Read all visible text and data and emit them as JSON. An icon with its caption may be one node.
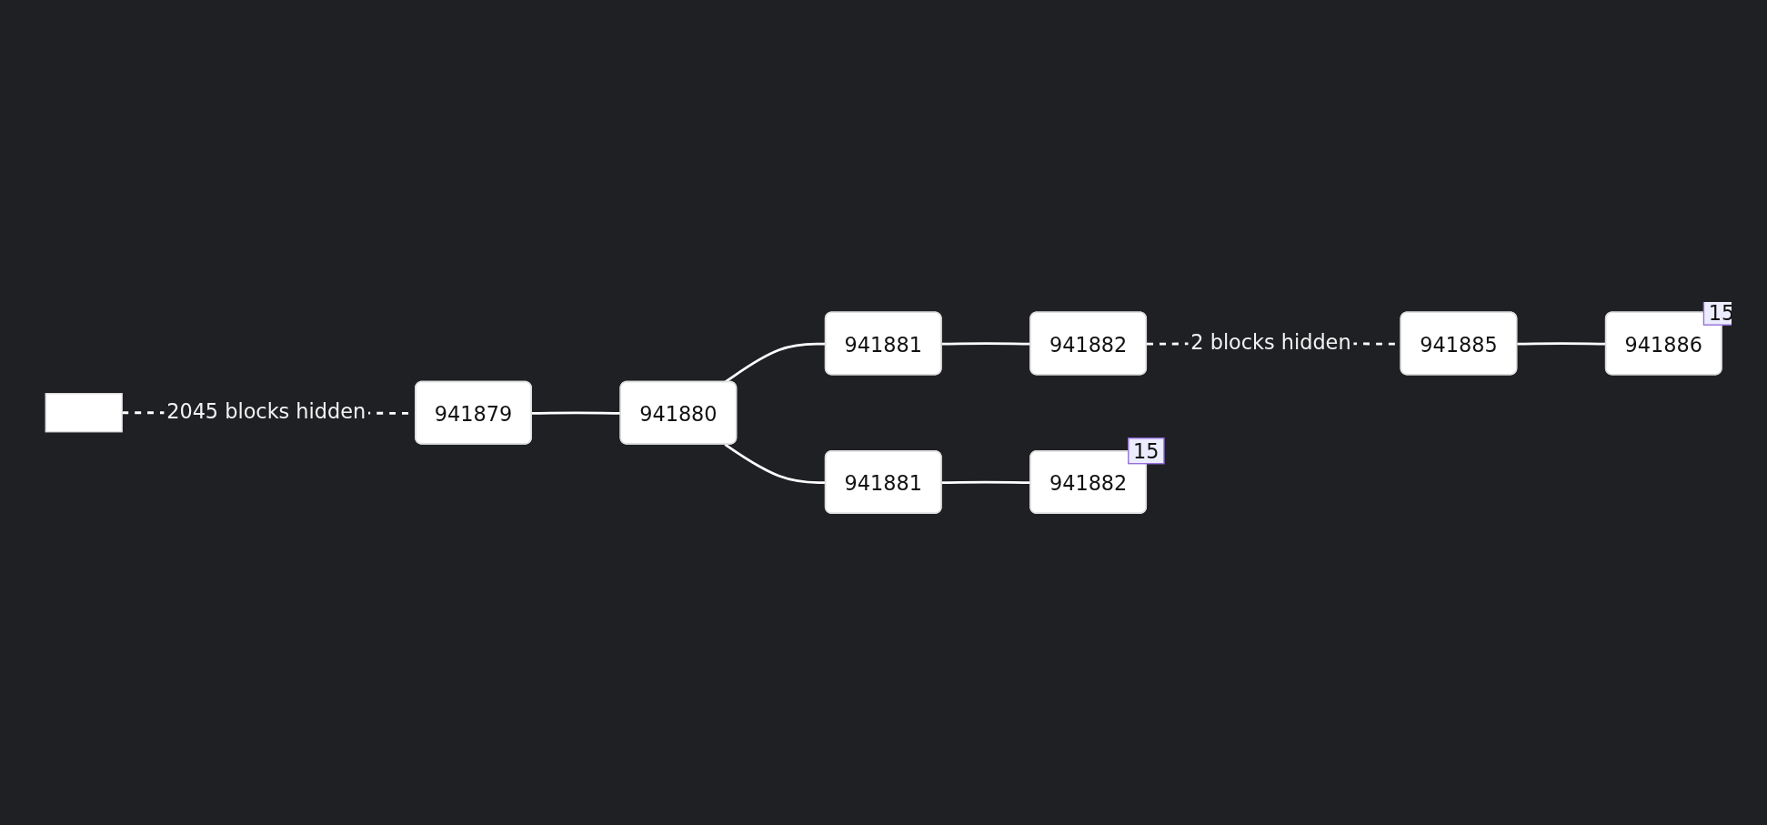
{
  "diagram": {
    "nodes": [
      {
        "text": [],
        "shape": "box"
      },
      {
        "text": [
          "941879"
        ]
      },
      {
        "text": [
          "941880"
        ]
      },
      {
        "text": [
          "941881"
        ]
      },
      {
        "text": [
          "941882"
        ]
      },
      {
        "text": [
          "941885"
        ]
      },
      {
        "text": [
          "941886"
        ],
        "beside": [
          "15"
        ]
      },
      {
        "text": [
          "941881"
        ]
      },
      {
        "text": [
          "941882"
        ],
        "beside": [
          "15"
        ]
      }
    ],
    "edges": [
      {
        "from": 0,
        "to": 1,
        "arrow": "none",
        "style": "dashed",
        "label": "2045 blocks hidden"
      },
      {
        "from": 1,
        "to": 2,
        "arrow": "none"
      },
      {
        "from": 2,
        "to": 3,
        "arrow": "none"
      },
      {
        "from": 2,
        "to": 7,
        "arrow": "none"
      },
      {
        "from": 3,
        "to": 4,
        "arrow": "none"
      },
      {
        "from": 4,
        "to": 5,
        "arrow": "none",
        "style": "dashed",
        "label": "2 blocks hidden"
      },
      {
        "from": 5,
        "to": 6,
        "arrow": "none"
      },
      {
        "from": 7,
        "to": 8,
        "arrow": "none"
      }
    ]
  }
}
